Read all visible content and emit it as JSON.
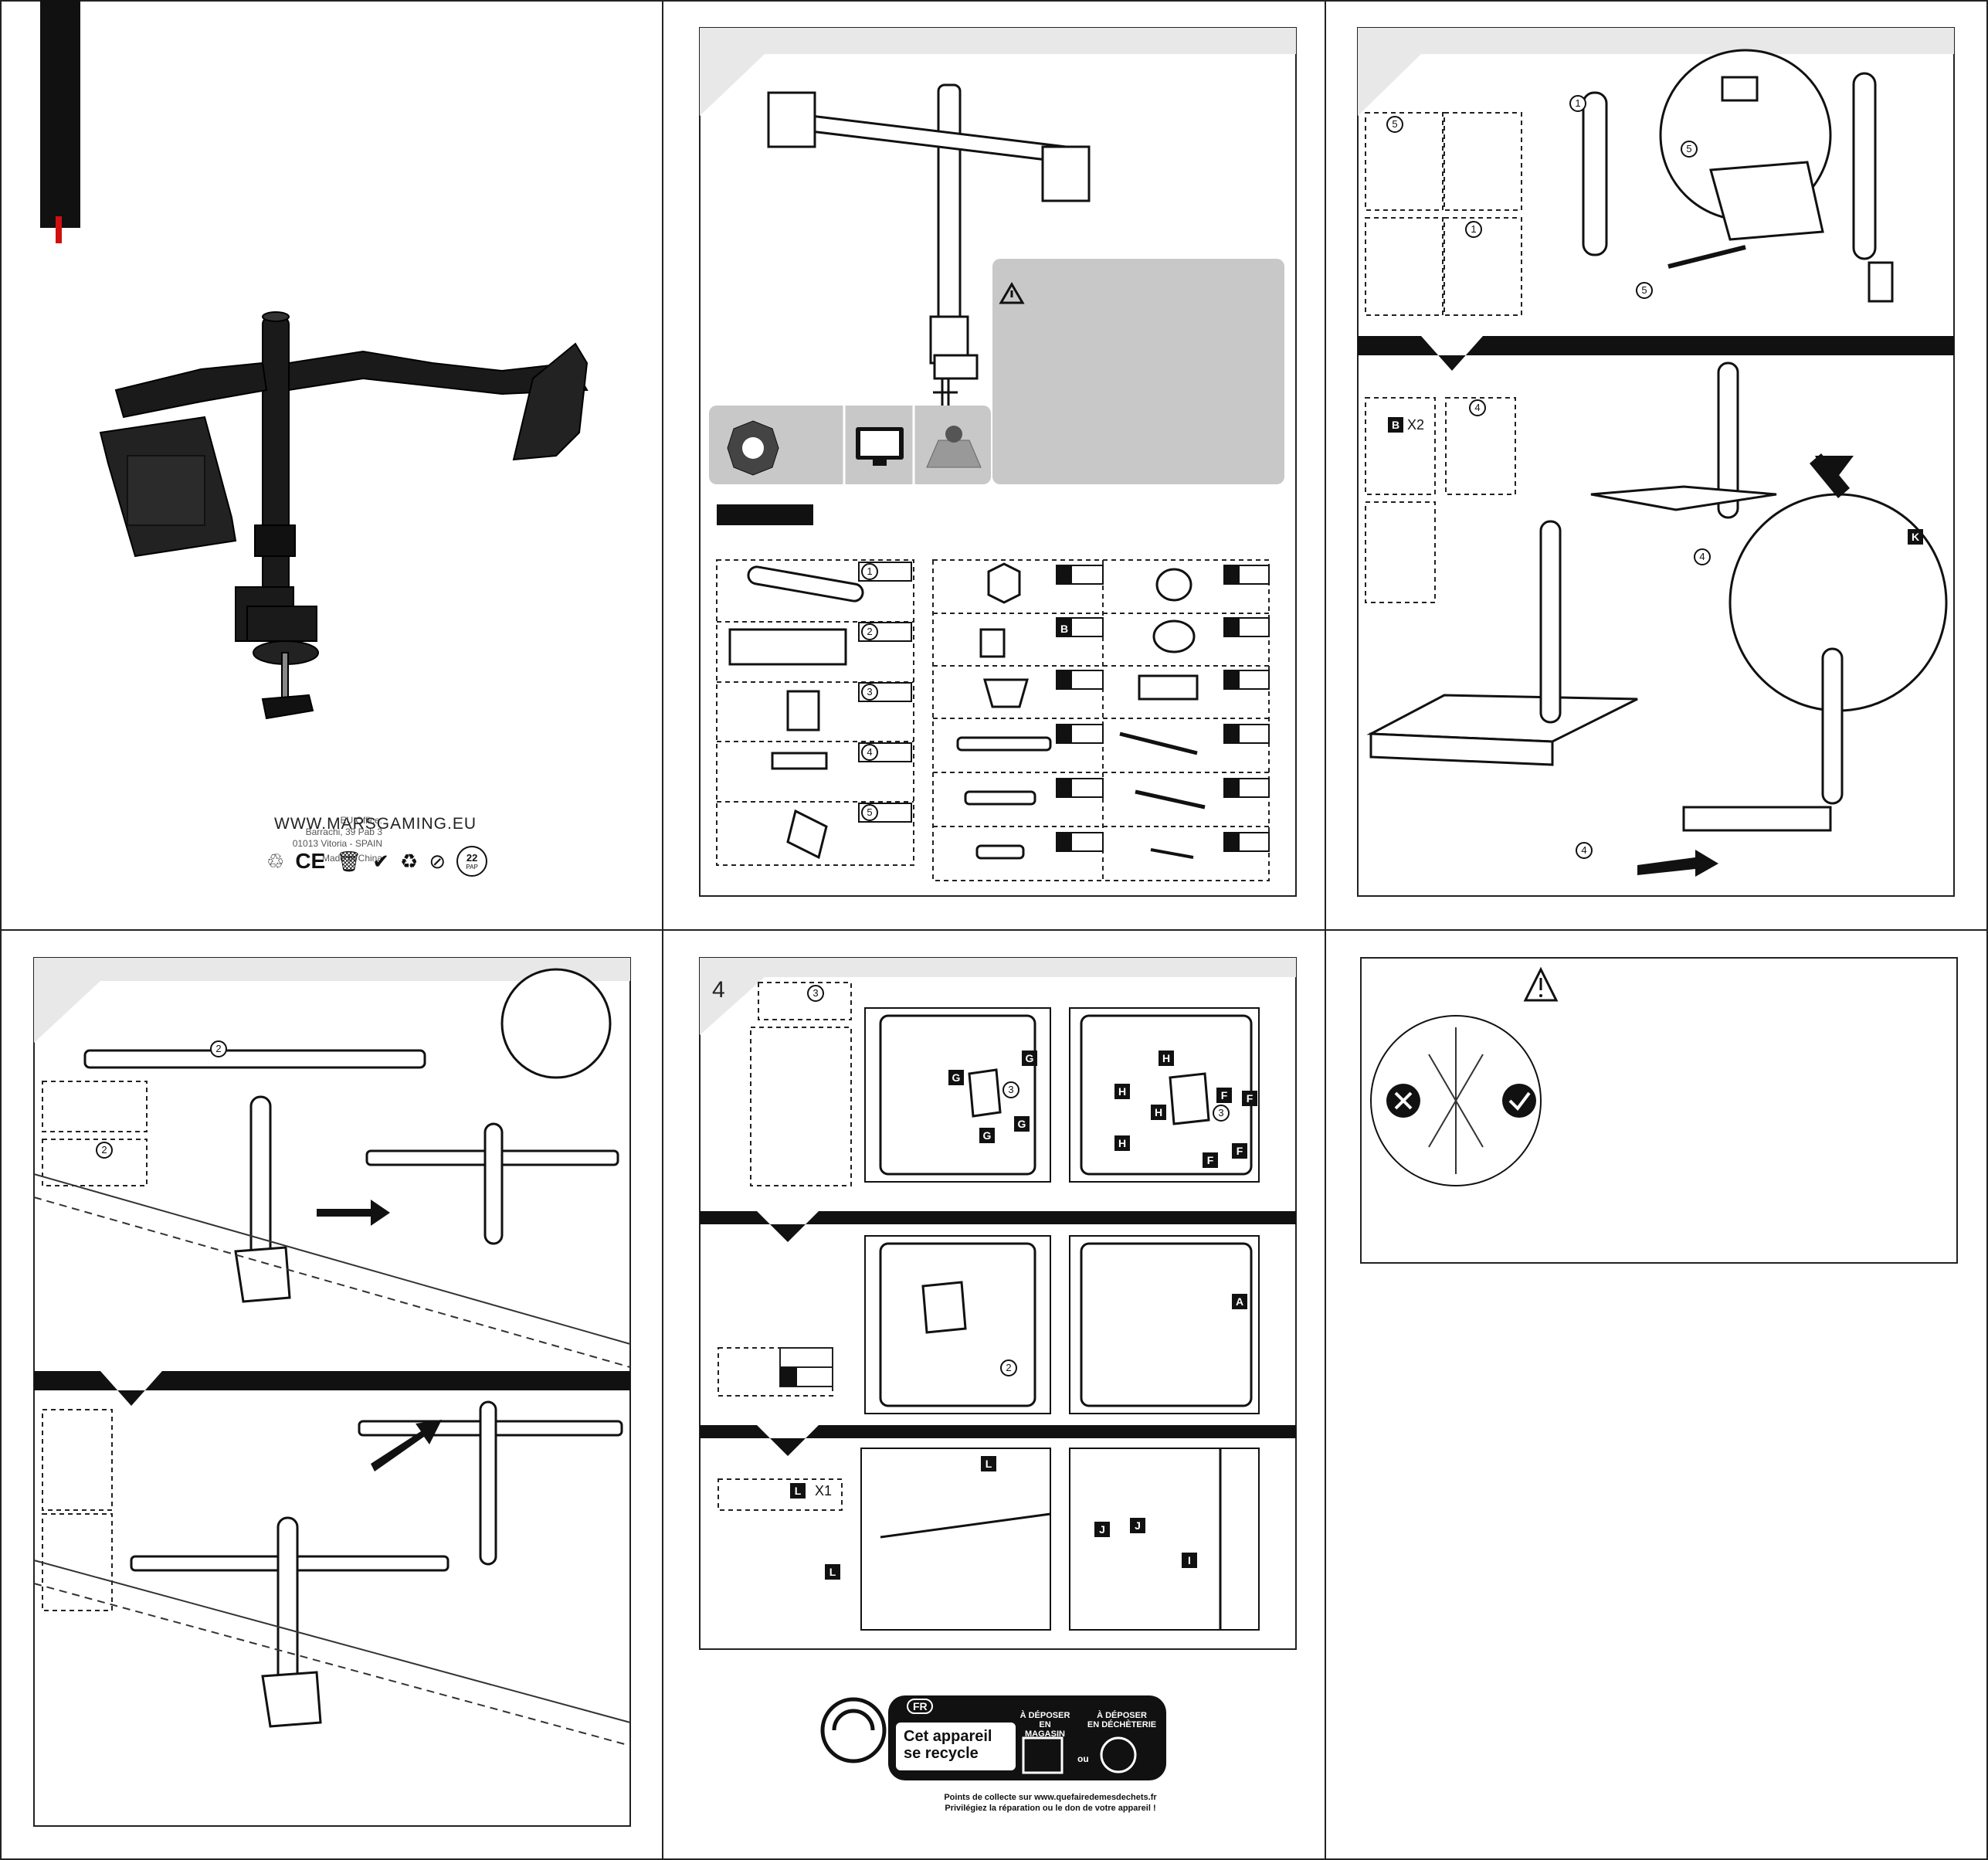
{
  "cover": {
    "office_lines": [
      "EU Office:",
      "Barrachi, 39 Pab 3",
      "01013 Vitoria - SPAIN",
      "Made In China"
    ],
    "website": "WWW.MARSGAMING.EU",
    "marks": [
      "recycle-dot-icon",
      "ce-mark",
      "weee-bin-icon",
      "rohs-icon",
      "recycle-icon",
      "no-burn-icon",
      "22-pap-icon"
    ],
    "pap_number": "22",
    "pap_label": "PAP"
  },
  "parts": {
    "left_numbers": [
      "1",
      "2",
      "3",
      "4",
      "5"
    ],
    "hardware_label_b": "B"
  },
  "steps": {
    "clamp_qty": "X2",
    "clamp_label": "B",
    "step4_number": "4",
    "hex_key_label": "L",
    "hex_key_qty": "X1",
    "labels": {
      "k": "K",
      "g": "G",
      "h": "H",
      "f": "F",
      "a": "A",
      "i": "I",
      "j": "J",
      "l": "L",
      "p1": "1",
      "p2": "2",
      "p3": "3",
      "p4": "4",
      "p5": "5"
    }
  },
  "triman": {
    "country": "FR",
    "title_line1": "Cet appareil",
    "title_line2": "se recycle",
    "col1_line1": "À DÉPOSER",
    "col1_line2": "EN MAGASIN",
    "col2_line1": "À DÉPOSER",
    "col2_line2": "EN DÉCHÈTERIE",
    "ou": "ou",
    "footer_line1": "Points de collecte sur www.quefairedemesdechets.fr",
    "footer_line2": "Privilégiez la réparation ou le don de votre appareil !"
  }
}
